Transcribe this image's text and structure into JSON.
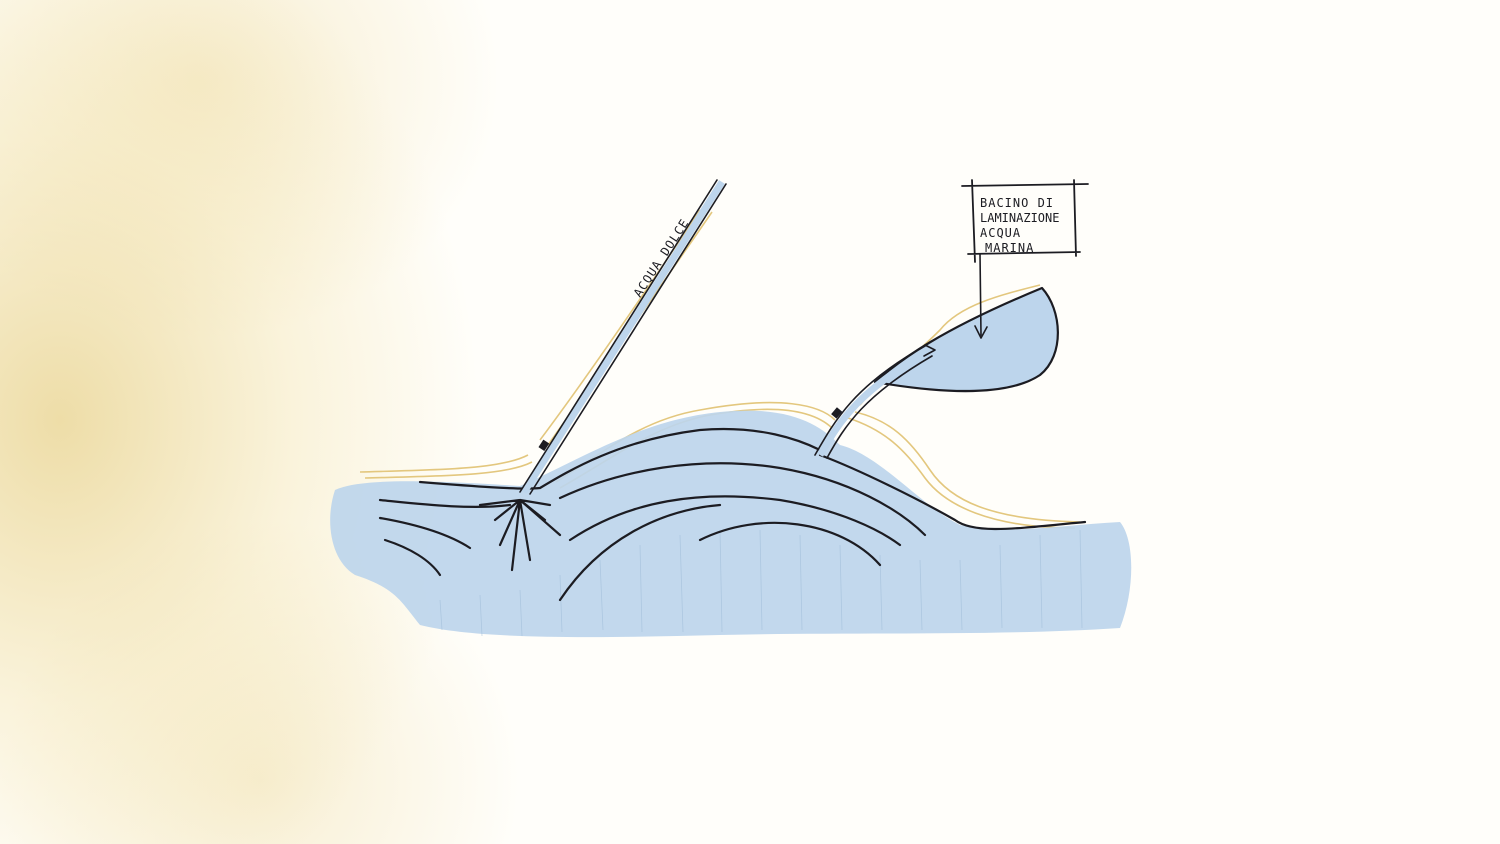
{
  "labels": {
    "fresh_water": "ACQUA DOLCE",
    "basin_line1": "BACINO DI",
    "basin_line2": "LAMINAZIONE",
    "basin_line3": "ACQUA",
    "basin_line4": "MARINA"
  },
  "colors": {
    "water": "#bdd5ec",
    "sand": "#e3c77e",
    "ink": "#1c1c22"
  }
}
